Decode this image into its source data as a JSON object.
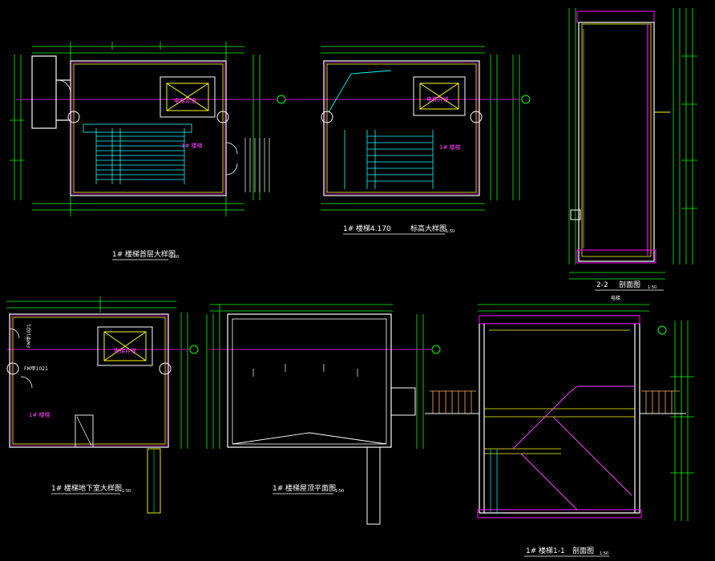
{
  "colors": {
    "background": "#000000",
    "wall": "#ffffff",
    "dimension": "#00ff00",
    "axis": "#ff00ff",
    "stair": "#00ffff",
    "section": "#ffff00",
    "note": "#ff40ff",
    "red": "#ff3333"
  },
  "drawings": {
    "ground_floor_plan": {
      "prefix": "1#",
      "title": "楼梯首层大样图",
      "scale": "1:50"
    },
    "level_plan": {
      "prefix": "1#",
      "title": "楼梯4.170",
      "subtitle": "标高大样图",
      "scale": "1:50"
    },
    "section_2_2": {
      "title": "2-2",
      "subtitle": "剖面图",
      "scale": "1:50",
      "sub_note": "电梯"
    },
    "basement_plan": {
      "prefix": "1#",
      "title": "楼梯地下室大样图",
      "scale": "1:50"
    },
    "roof_plan": {
      "prefix": "1#",
      "title": "楼梯屋顶平面图",
      "scale": "1:50"
    },
    "section_1_1": {
      "prefix": "1#",
      "title": "楼梯1-1",
      "subtitle": "剖面图",
      "scale": "1:50"
    }
  },
  "room_labels": {
    "elevator_1": "电梯井道",
    "elevator_2": "电梯井道",
    "elevator_3": "电梯井道",
    "stair_1": "1# 楼梯",
    "stair_2": "1# 楼梯",
    "stair_3": "1# 楼梯",
    "door_code": "FM甲1021",
    "door_code_2": "FM甲1021"
  }
}
